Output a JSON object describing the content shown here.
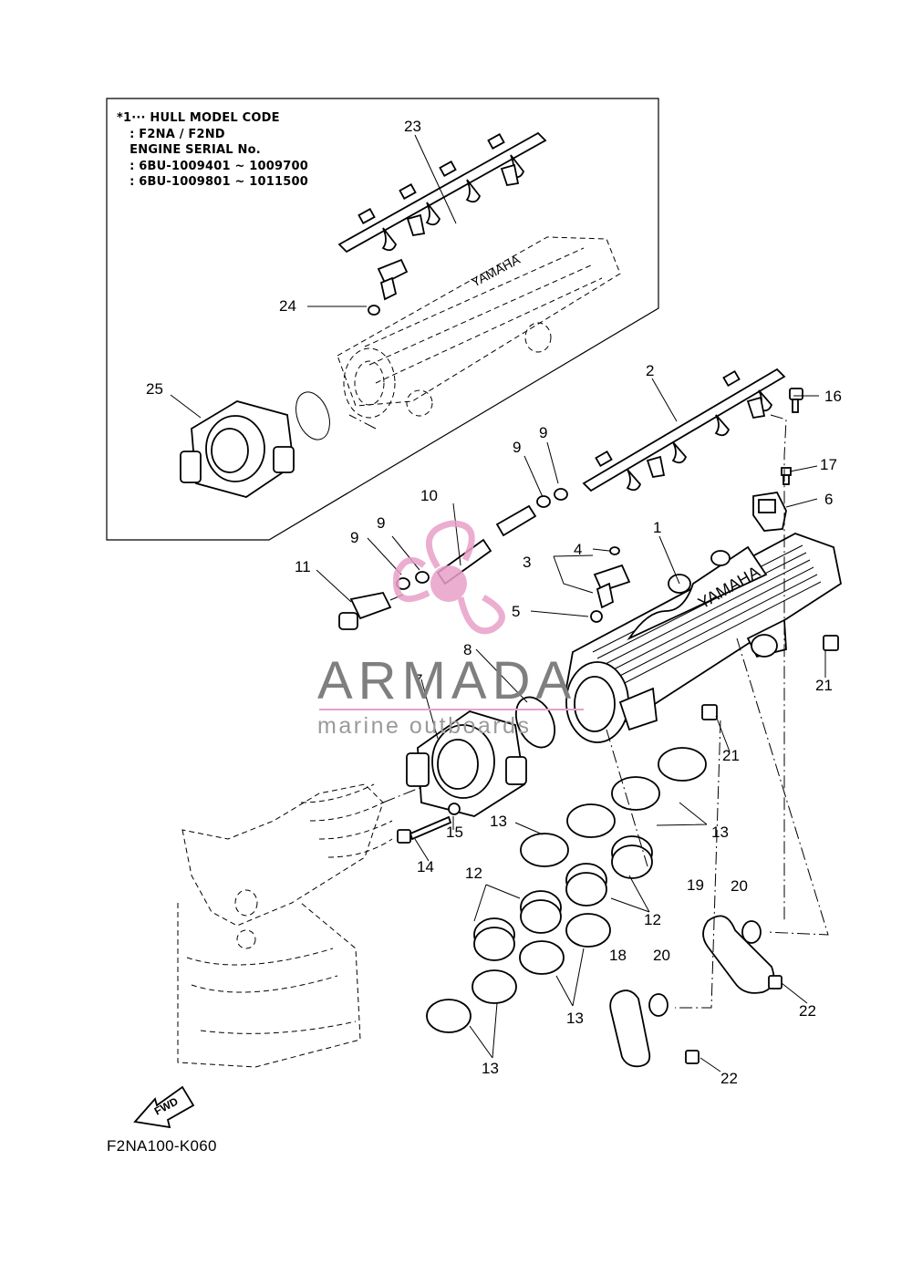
{
  "diagram": {
    "inset_note": {
      "lines": [
        "*1··· HULL MODEL CODE",
        "   : F2NA / F2ND",
        "   ENGINE SERIAL No.",
        "   : 6BU-1009401 ~ 1009700",
        "   : 6BU-1009801 ~ 1011500"
      ]
    },
    "callouts": {
      "c1": "1",
      "c2": "2",
      "c3": "3",
      "c4": "4",
      "c5": "5",
      "c6": "6",
      "c7": "7",
      "c8": "8",
      "c9a": "9",
      "c9b": "9",
      "c9c": "9",
      "c9d": "9",
      "c10": "10",
      "c11": "11",
      "c12a": "12",
      "c12b": "12",
      "c13a": "13",
      "c13b": "13",
      "c13c": "13",
      "c13d": "13",
      "c14": "14",
      "c15": "15",
      "c16": "16",
      "c17": "17",
      "c18": "18",
      "c19": "19",
      "c20a": "20",
      "c20b": "20",
      "c21a": "21",
      "c21b": "21",
      "c22a": "22",
      "c22b": "22",
      "c23": "23",
      "c24": "24",
      "c25": "25"
    },
    "fwd_label": "FWD",
    "cover_brand": "YAMAHA",
    "drawing_code": "F2NA100-K060"
  },
  "watermark": {
    "title": "ARMADA",
    "subtitle": "marine outboards",
    "accent_color": "#e8a0c8"
  }
}
